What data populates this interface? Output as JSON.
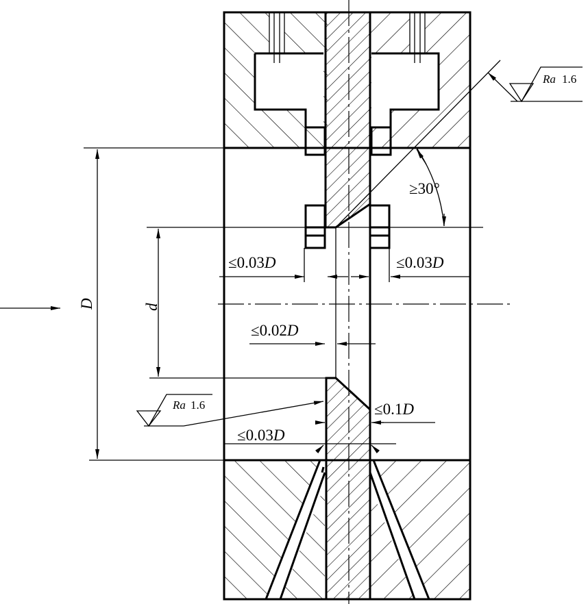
{
  "labels": {
    "dim_D": "D",
    "dim_d": "d",
    "ra_top": {
      "symbol": "Ra",
      "value": "1.6"
    },
    "ra_bottom": {
      "symbol": "Ra",
      "value": "1.6"
    },
    "angle": "≥30°",
    "gap_left": {
      "prefix": "≤0.03",
      "var": "D"
    },
    "gap_right": {
      "prefix": "≤0.03",
      "var": "D"
    },
    "gap_inner": {
      "prefix": "≤0.02",
      "var": "D"
    },
    "chamfer": {
      "prefix": "≤0.1",
      "var": "D"
    },
    "gap_lower": {
      "prefix": "≤0.03",
      "var": "D"
    }
  },
  "colors": {
    "line": "#000000",
    "background": "#ffffff"
  }
}
